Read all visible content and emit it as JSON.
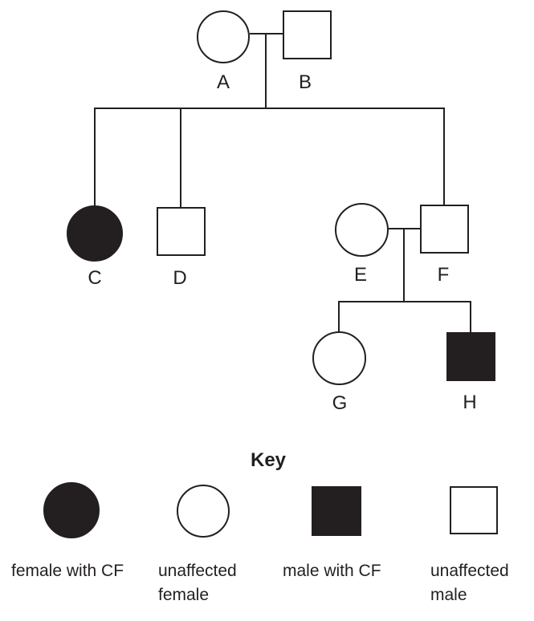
{
  "diagram": {
    "type": "pedigree",
    "generations": 3,
    "condition": "CF"
  },
  "pedigree": {
    "individuals": [
      {
        "label": "A",
        "sex": "female",
        "affected": false,
        "generation": 1
      },
      {
        "label": "B",
        "sex": "male",
        "affected": false,
        "generation": 1
      },
      {
        "label": "C",
        "sex": "female",
        "affected": true,
        "generation": 2
      },
      {
        "label": "D",
        "sex": "male",
        "affected": false,
        "generation": 2
      },
      {
        "label": "E",
        "sex": "female",
        "affected": false,
        "generation": 2
      },
      {
        "label": "F",
        "sex": "male",
        "affected": false,
        "generation": 2
      },
      {
        "label": "G",
        "sex": "female",
        "affected": false,
        "generation": 3
      },
      {
        "label": "H",
        "sex": "male",
        "affected": true,
        "generation": 3
      }
    ],
    "couples": [
      [
        "A",
        "B"
      ],
      [
        "E",
        "F"
      ]
    ],
    "children": [
      {
        "parents": "A+B",
        "offspring": [
          "C",
          "D",
          "F"
        ]
      },
      {
        "parents": "E+F",
        "offspring": [
          "G",
          "H"
        ]
      }
    ]
  },
  "key": {
    "title": "Key",
    "entries": [
      {
        "symbol": "filled-circle",
        "line1": "female with CF",
        "line2": ""
      },
      {
        "symbol": "open-circle",
        "line1": "unaffected",
        "line2": "female"
      },
      {
        "symbol": "filled-square",
        "line1": "male with CF",
        "line2": ""
      },
      {
        "symbol": "open-square",
        "line1": "unaffected",
        "line2": "male"
      }
    ]
  },
  "colors": {
    "ink": "#231f20",
    "background": "#ffffff"
  }
}
